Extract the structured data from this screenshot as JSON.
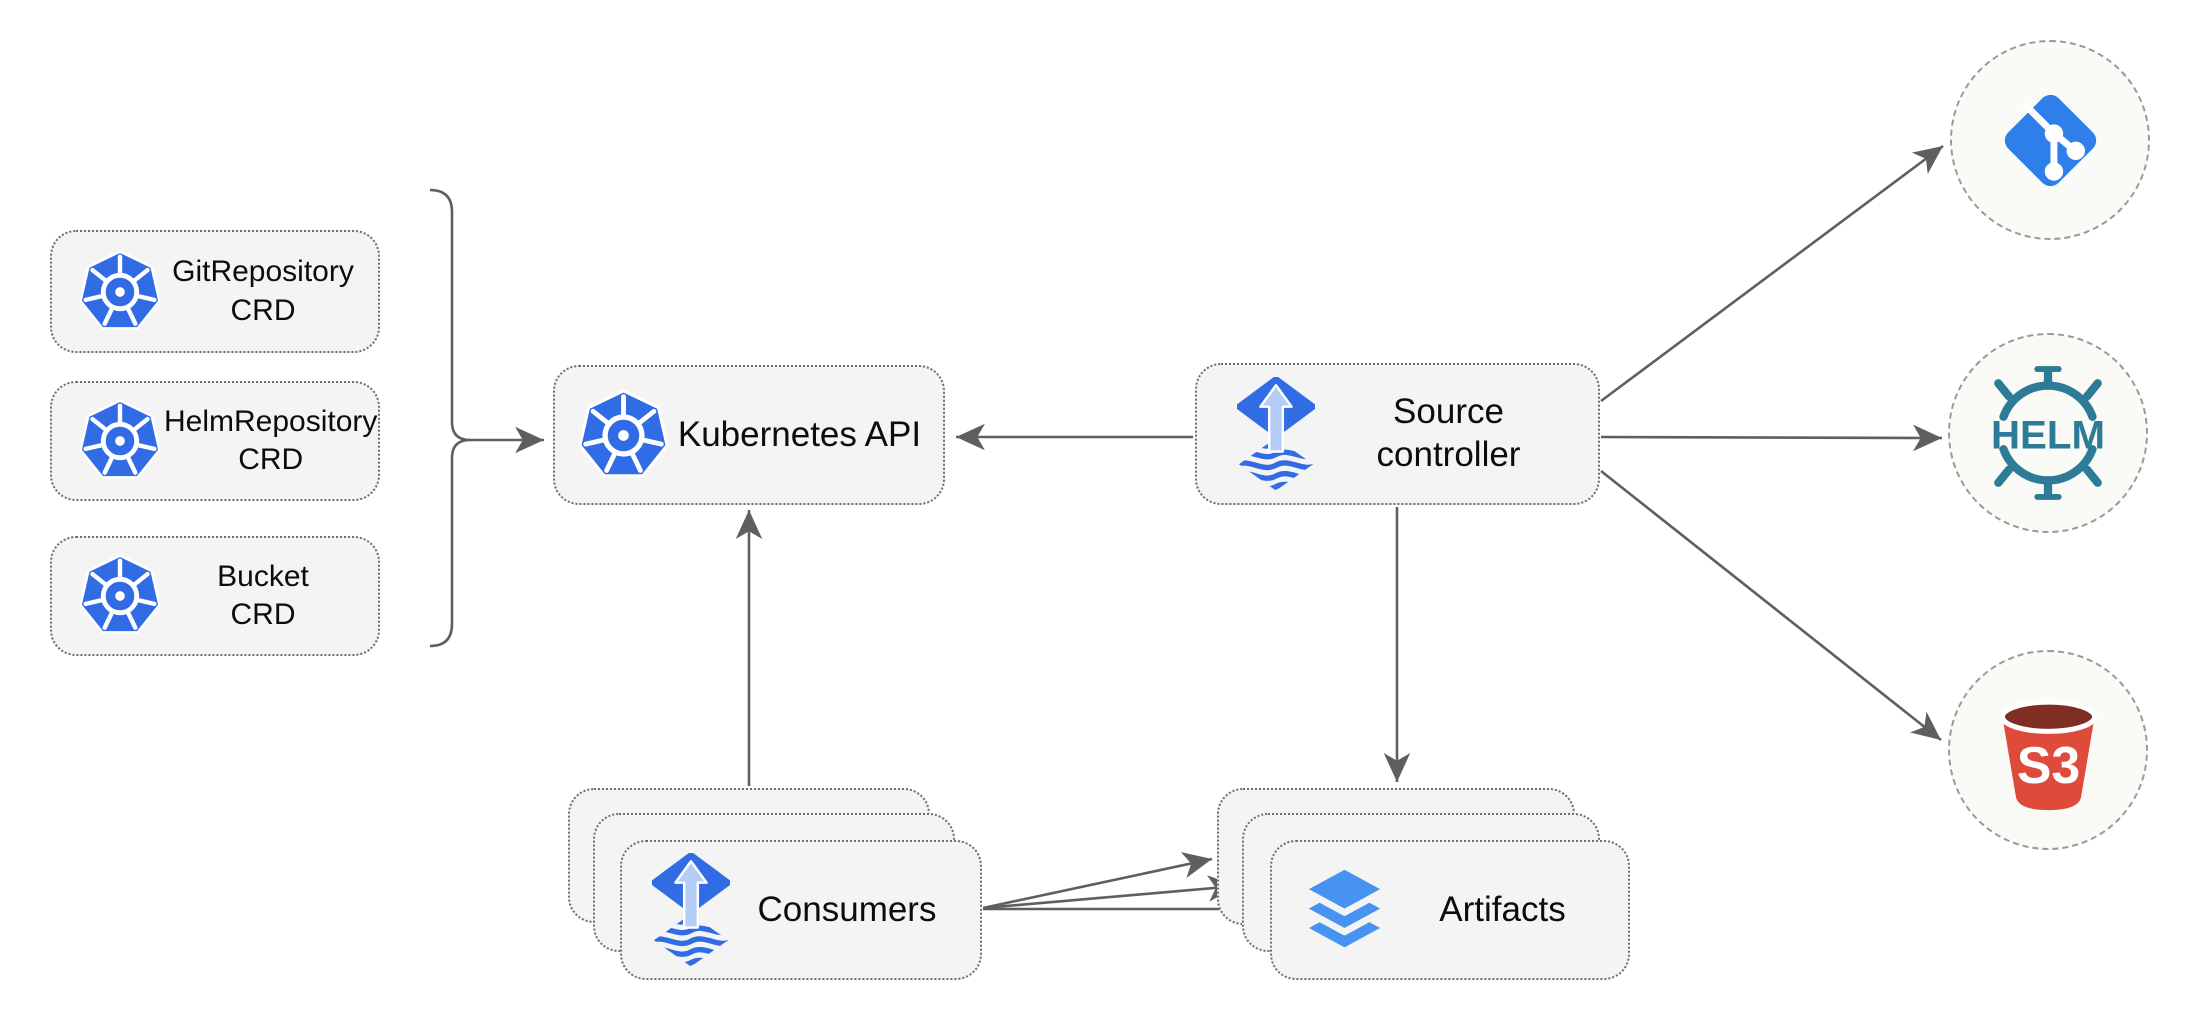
{
  "diagram": {
    "description": "Flux source-controller architecture diagram",
    "colors": {
      "background": "#ffffff",
      "node_fill": "#F4F4F4",
      "node_border": "#6d6d6d",
      "circle_fill": "#FAFAF7",
      "circle_border": "#9a9a9a",
      "edge_gray": "#5f5f5f",
      "text_black": "#0c0c0c",
      "kubernetes_blue": "#326CE5",
      "flux_blue": "#316CE4",
      "flux_arrow_light": "#B4CDF6",
      "layers_blue": "#4693F2",
      "git_blue": "#2F7FEB",
      "helm_teal": "#2D7B96",
      "s3_red": "#DF4B3B",
      "s3_dark_red": "#7E2E22"
    },
    "crd_nodes": [
      {
        "line1": "GitRepository",
        "line2": "CRD",
        "icon": "kubernetes-icon"
      },
      {
        "line1": "HelmRepository",
        "line2": "CRD",
        "icon": "kubernetes-icon"
      },
      {
        "line1": "Bucket",
        "line2": "CRD",
        "icon": "kubernetes-icon"
      }
    ],
    "kubernetes_api": {
      "label": "Kubernetes API",
      "icon": "kubernetes-icon"
    },
    "source_controller": {
      "line1": "Source",
      "line2": "controller",
      "icon": "flux-icon"
    },
    "consumers": {
      "label": "Consumers",
      "icon": "flux-icon",
      "stacked": 3
    },
    "artifacts": {
      "label": "Artifacts",
      "icon": "layers-icon",
      "stacked": 3
    },
    "external": {
      "git": {
        "icon": "git-icon"
      },
      "helm": {
        "icon": "helm-icon",
        "helm_label": "HELM"
      },
      "s3": {
        "icon": "s3-bucket-icon",
        "s3_label": "S3"
      }
    },
    "edges": [
      {
        "from": "crd-group-bracket",
        "to": "kubernetes-api"
      },
      {
        "from": "source-controller",
        "to": "kubernetes-api"
      },
      {
        "from": "consumers",
        "to": "kubernetes-api"
      },
      {
        "from": "source-controller",
        "to": "git-circle"
      },
      {
        "from": "source-controller",
        "to": "helm-circle"
      },
      {
        "from": "source-controller",
        "to": "s3-circle"
      },
      {
        "from": "source-controller",
        "to": "artifacts"
      },
      {
        "from": "consumers",
        "to": "artifacts",
        "count": 3
      }
    ]
  }
}
